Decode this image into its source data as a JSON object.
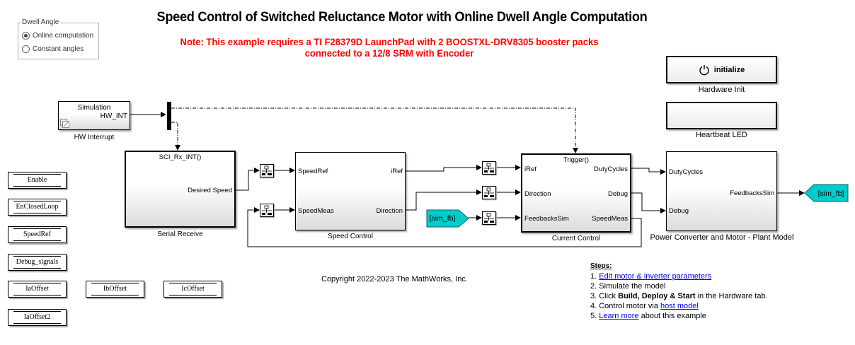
{
  "title": "Speed Control of Switched Reluctance Motor with Online Dwell Angle Computation",
  "note_line1": "Note: This example requires a TI F28379D LaunchPad with 2 BOOSTXL-DRV8305 booster packs",
  "note_line2": "connected to a 12/8 SRM with Encoder",
  "dwell_angle": {
    "legend": "Dwell Angle",
    "options": [
      {
        "label": "Online computation",
        "selected": true
      },
      {
        "label": "Constant angles",
        "selected": false
      }
    ]
  },
  "hw_interrupt": {
    "inner_title": "Simulation",
    "port": "HW_INT",
    "label": "HW Interrupt"
  },
  "serial_receive": {
    "trigger": "SCI_Rx_INT()",
    "out_port": "Desired Speed",
    "label": "Serial Receive"
  },
  "speed_control": {
    "in_ports": [
      "SpeedRef",
      "SpeedMeas"
    ],
    "out_ports": [
      "iRef",
      "Direction"
    ],
    "label": "Speed Control"
  },
  "current_control": {
    "trigger": "Trigger()",
    "in_ports": [
      "iRef",
      "Direction",
      "FeedbacksSim"
    ],
    "out_ports": [
      "DutyCycles",
      "Debug",
      "SpeedMeas"
    ],
    "label": "Current Control"
  },
  "plant": {
    "in_ports": [
      "DutyCycles",
      "Debug"
    ],
    "out_port": "FeedbacksSim",
    "label": "Power Converter and Motor - Plant Model"
  },
  "goto_tag": "[sim_fb]",
  "from_tag": "[sim_fb]",
  "hardware_init": {
    "button": "initialize",
    "icon": "power-icon",
    "label": "Hardware Init"
  },
  "heartbeat": {
    "label": "Heartbeat LED"
  },
  "variables": [
    "Enable",
    "EnClosedLoop",
    "SpeedRef",
    "Debug_signals",
    "IaOffset",
    "IbOffset",
    "IcOffset",
    "IaOffset2"
  ],
  "copyright": "Copyright 2022-2023 The MathWorks, Inc.",
  "steps": {
    "heading": "Steps:",
    "s1_num": "1.",
    "s1_link": "Edit motor & inverter parameters",
    "s2": "2. Simulate the model",
    "s3_pre": "3. Click ",
    "s3_bold": "Build, Deploy & Start",
    "s3_post": " in the Hardware tab.",
    "s4_pre": "4. Control motor via ",
    "s4_link": "host model",
    "s5_num": "5.",
    "s5_link": "Learn more",
    "s5_post": " about this example"
  },
  "colors": {
    "tag_fill": "#00cccc",
    "note": "#ff0000",
    "link": "#0000ee"
  }
}
